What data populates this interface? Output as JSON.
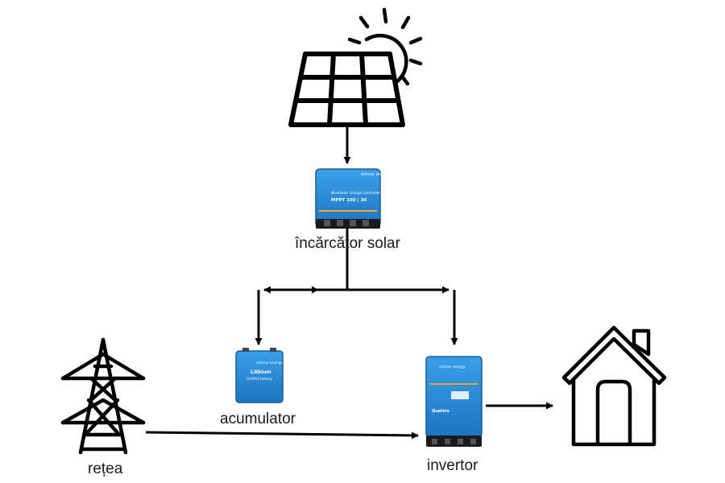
{
  "labels": {
    "charger": "încărcător solar",
    "battery": "acumulator",
    "grid": "rețea",
    "inverter": "invertor"
  },
  "devices": {
    "charger_brand": "victron energy",
    "charger_line1": "BlueSolar charge controller",
    "charger_line2": "MPPT 100 | 30",
    "battery_brand": "victron energy",
    "battery_line1": "Lithium",
    "battery_line2": "LiFePO4 battery",
    "inverter_brand": "victron energy",
    "inverter_model": "Quattro"
  },
  "colors": {
    "line": "#000000",
    "device_blue": "#2f8fd8",
    "device_dark": "#1f6fb0",
    "device_black": "#222222"
  }
}
